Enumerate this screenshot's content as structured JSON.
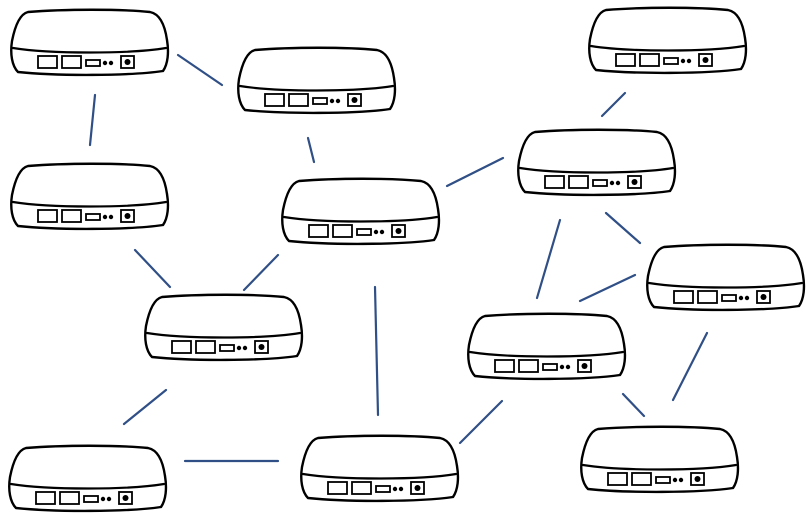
{
  "diagram": {
    "type": "network-topology",
    "node_icon": "set-top-box-router-icon",
    "link_color": "#2f4f86",
    "stroke_color": "#000000",
    "background": "#ffffff",
    "nodes": [
      {
        "id": "n1"
      },
      {
        "id": "n2"
      },
      {
        "id": "n3"
      },
      {
        "id": "n4"
      },
      {
        "id": "n5"
      },
      {
        "id": "n6"
      },
      {
        "id": "n7"
      },
      {
        "id": "n8"
      },
      {
        "id": "n9"
      },
      {
        "id": "n10"
      },
      {
        "id": "n11"
      },
      {
        "id": "n12"
      },
      {
        "id": "n13"
      }
    ],
    "links": [
      {
        "from": "n1",
        "to": "n2"
      },
      {
        "from": "n1",
        "to": "n4"
      },
      {
        "from": "n2",
        "to": "n5"
      },
      {
        "from": "n3",
        "to": "n6"
      },
      {
        "from": "n4",
        "to": "n7"
      },
      {
        "from": "n5",
        "to": "n7"
      },
      {
        "from": "n5",
        "to": "n6"
      },
      {
        "from": "n5",
        "to": "n11"
      },
      {
        "from": "n6",
        "to": "n8"
      },
      {
        "from": "n6",
        "to": "n9"
      },
      {
        "from": "n8",
        "to": "n9"
      },
      {
        "from": "n8",
        "to": "n12"
      },
      {
        "from": "n7",
        "to": "n10"
      },
      {
        "from": "n10",
        "to": "n11"
      },
      {
        "from": "n11",
        "to": "n9"
      },
      {
        "from": "n9",
        "to": "n12"
      }
    ]
  }
}
